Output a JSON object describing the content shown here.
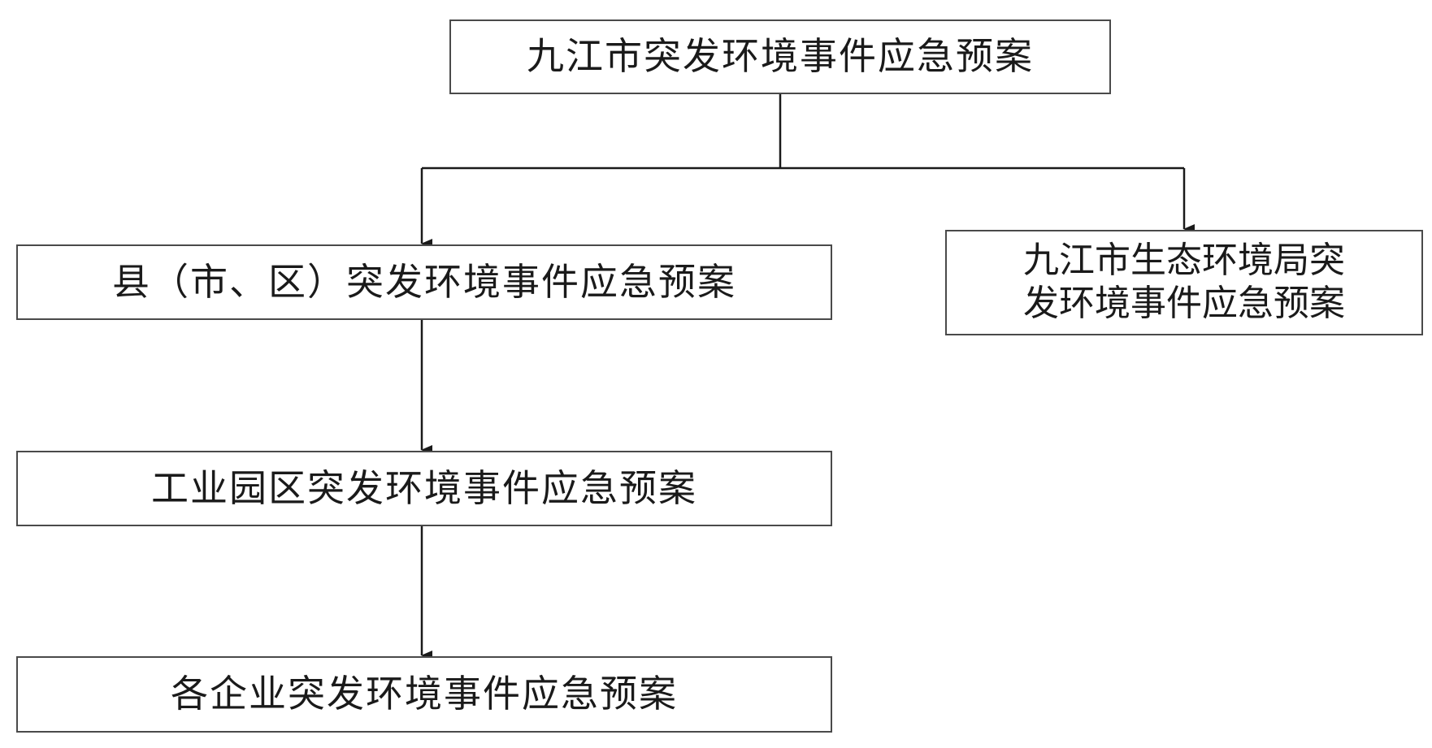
{
  "diagram": {
    "nodes": {
      "top": "九江市突发环境事件应急预案",
      "county": "县（市、区）突发环境事件应急预案",
      "bureau_line1": "九江市生态环境局突",
      "bureau_line2": "发环境事件应急预案",
      "park": "工业园区突发环境事件应急预案",
      "enterprise": "各企业突发环境事件应急预案"
    },
    "colors": {
      "line": "#1a1a1a",
      "box_border": "#4a4a4a",
      "text": "#1a1a1a"
    }
  }
}
